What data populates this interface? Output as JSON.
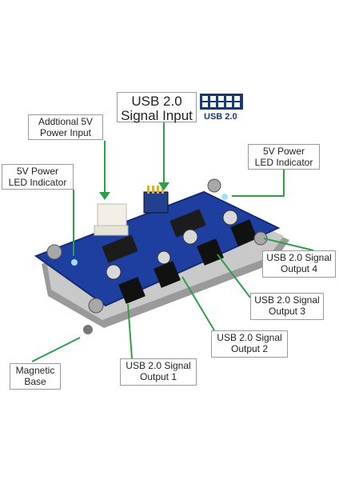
{
  "colors": {
    "pcb": "#1f3fa0",
    "pcb_edge": "#142b73",
    "leader": "#2e9e4a",
    "accent": "#1a3a6e"
  },
  "labels": {
    "signal_input": "USB 2.0\nSignal Input",
    "usb_logo": "USB 2.0",
    "additional_power": "Addtional 5V\nPower Input",
    "led_left": "5V Power\nLED Indicator",
    "led_right": "5V Power\nLED Indicator",
    "output_4": "USB 2.0 Signal\nOutput 4",
    "output_3": "USB 2.0 Signal\nOutput 3",
    "output_2": "USB 2.0 Signal\nOutput 2",
    "output_1": "USB 2.0 Signal\nOutput 1",
    "magnetic_base": "Magnetic\nBase"
  }
}
